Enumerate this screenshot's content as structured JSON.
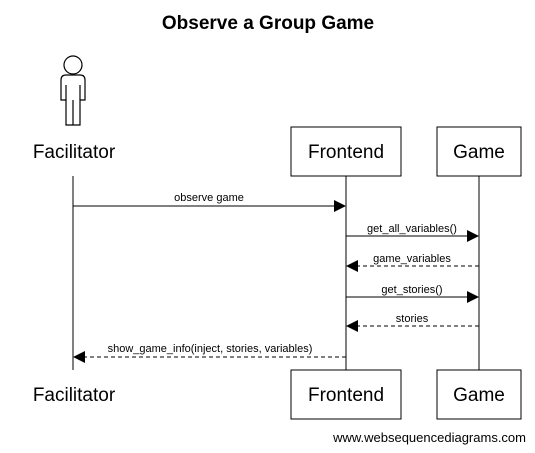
{
  "diagram": {
    "title": "Observe a Group Game",
    "participants": [
      {
        "id": "facilitator",
        "label": "Facilitator",
        "kind": "actor"
      },
      {
        "id": "frontend",
        "label": "Frontend",
        "kind": "box"
      },
      {
        "id": "game",
        "label": "Game",
        "kind": "box"
      }
    ],
    "messages": [
      {
        "from": "facilitator",
        "to": "frontend",
        "label": "observe game",
        "style": "solid"
      },
      {
        "from": "frontend",
        "to": "game",
        "label": "get_all_variables()",
        "style": "solid"
      },
      {
        "from": "game",
        "to": "frontend",
        "label": "game_variables",
        "style": "dashed"
      },
      {
        "from": "frontend",
        "to": "game",
        "label": "get_stories()",
        "style": "solid"
      },
      {
        "from": "game",
        "to": "frontend",
        "label": "stories",
        "style": "dashed"
      },
      {
        "from": "frontend",
        "to": "facilitator",
        "label": "show_game_info(inject, stories, variables)",
        "style": "dashed"
      }
    ]
  },
  "footer": {
    "text": "www.websequencediagrams.com"
  },
  "colors": {
    "line": "#000000",
    "background": "#ffffff"
  }
}
